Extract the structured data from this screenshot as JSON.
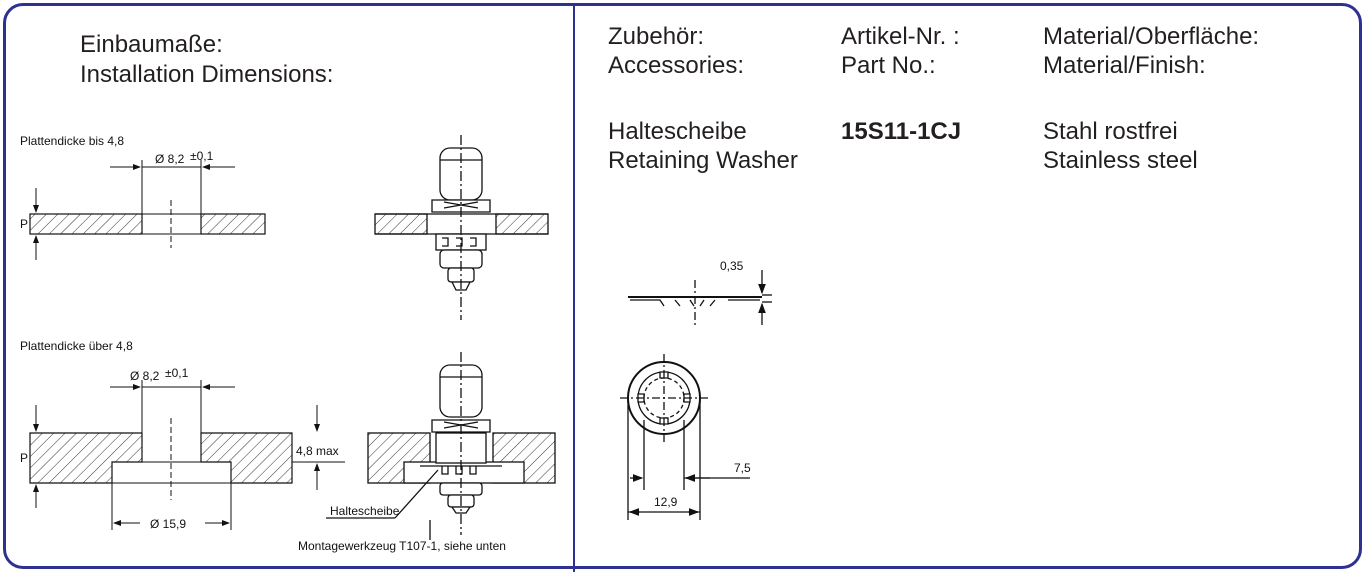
{
  "left": {
    "title_de": "Einbaumaße:",
    "title_en": "Installation Dimensions:",
    "case1_label": "Plattendicke bis 4,8",
    "case2_label": "Plattendicke über 4,8",
    "hole_dim": "Ø 8,2",
    "hole_tol": "±0,1",
    "thickness_label": "P",
    "max_label": "4,8 max",
    "counterbore_dim": "Ø 15,9",
    "washer_callout": "Haltescheibe",
    "tool_note": "Montagewerkzeug T107-1, siehe unten"
  },
  "right": {
    "col1_de": "Zubehör:",
    "col1_en": "Accessories:",
    "col2_de": "Artikel-Nr. :",
    "col2_en": "Part No.:",
    "col3_de": "Material/Oberfläche:",
    "col3_en": "Material/Finish:",
    "item_de": "Haltescheibe",
    "item_en": "Retaining Washer",
    "part_no": "15S11-1CJ",
    "material_de": "Stahl rostfrei",
    "material_en": "Stainless steel",
    "dim_thickness": "0,35",
    "dim_inner": "7,5",
    "dim_outer": "12,9"
  },
  "colors": {
    "border": "#2e3192"
  }
}
